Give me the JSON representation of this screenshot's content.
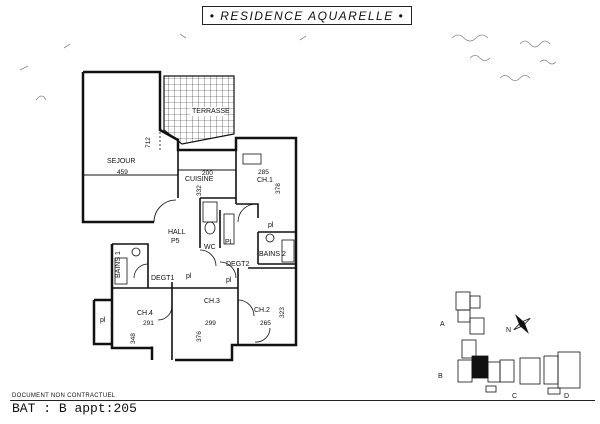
{
  "header": {
    "title": "• RESIDENCE AQUARELLE •"
  },
  "footer": {
    "disclaimer": "DOCUMENT NON CONTRACTUEL",
    "bat_label": "BAT :",
    "bat_value": "B",
    "appt_label": "appt:",
    "appt_value": "205"
  },
  "rooms": {
    "sejour": {
      "name": "SEJOUR",
      "width": "459",
      "depth": "712"
    },
    "terrasse": {
      "name": "TERRASSE"
    },
    "cuisine": {
      "name": "CUISINE",
      "width": "200",
      "depth": "332"
    },
    "ch1": {
      "name": "CH.1",
      "width": "285",
      "depth": "378"
    },
    "hall": {
      "name": "HALL",
      "code": "P5"
    },
    "wc": {
      "name": "WC"
    },
    "pl1": {
      "name": "PL"
    },
    "bains2": {
      "name": "BAINS 2"
    },
    "bains1": {
      "name": "BAINS 1"
    },
    "dgt1": {
      "name": "DEGT1"
    },
    "dgt2": {
      "name": "DEGT2"
    },
    "pl2": {
      "name": "pl"
    },
    "pl3": {
      "name": "pl"
    },
    "pl4": {
      "name": "pl"
    },
    "pl5": {
      "name": "pl"
    },
    "ch4": {
      "name": "CH.4",
      "width": "291",
      "depth": "348"
    },
    "ch3": {
      "name": "CH.3",
      "width": "299",
      "depth": "376"
    },
    "ch2": {
      "name": "CH.2",
      "width": "265",
      "depth": "323"
    }
  },
  "keyplan": {
    "labels": [
      "A",
      "B",
      "C",
      "D"
    ]
  },
  "compass": {
    "label": "N"
  },
  "handwritten": [
    "...",
    "...",
    "..."
  ]
}
